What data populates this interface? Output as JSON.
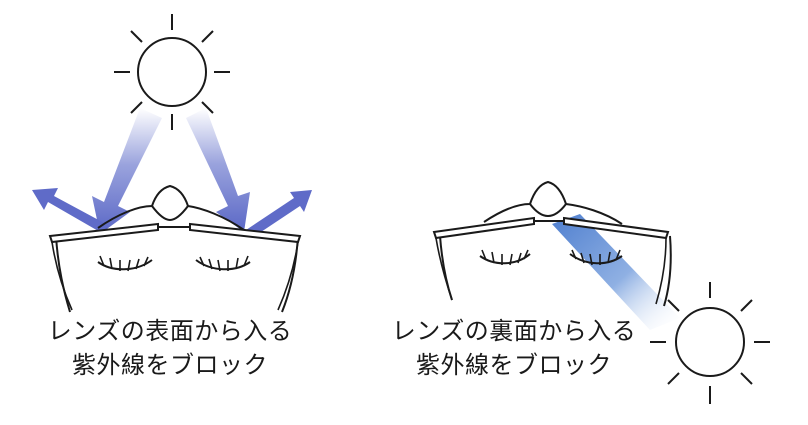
{
  "panels": [
    {
      "caption_line1": "レンズの表面から入る",
      "caption_line2": "紫外線をブロック"
    },
    {
      "caption_line1": "レンズの裏面から入る",
      "caption_line2": "紫外線をブロック"
    }
  ],
  "colors": {
    "ray": "#5a67c6",
    "ray_light": "#dfe3f6",
    "ray_blue": "#4f7fcf",
    "line": "#1a1a1a",
    "background": "#ffffff"
  },
  "icons": [
    "sun-icon",
    "face-with-glasses-illustration",
    "uv-ray-arrow"
  ]
}
